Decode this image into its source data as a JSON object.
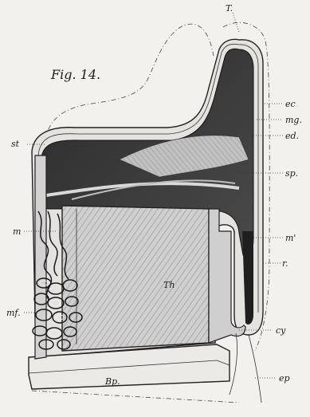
{
  "figure": {
    "title": "Fig. 14."
  },
  "labels": {
    "T": "T.",
    "ec": "ec",
    "mg": "mg.",
    "ed": "ed.",
    "st": "st",
    "sp": "sp.",
    "m_prime": "m'",
    "m": "m",
    "r": "r.",
    "Th": "Th",
    "mf": "mf.",
    "cy": "cy",
    "Bp": "Bp.",
    "ep": "ep"
  }
}
